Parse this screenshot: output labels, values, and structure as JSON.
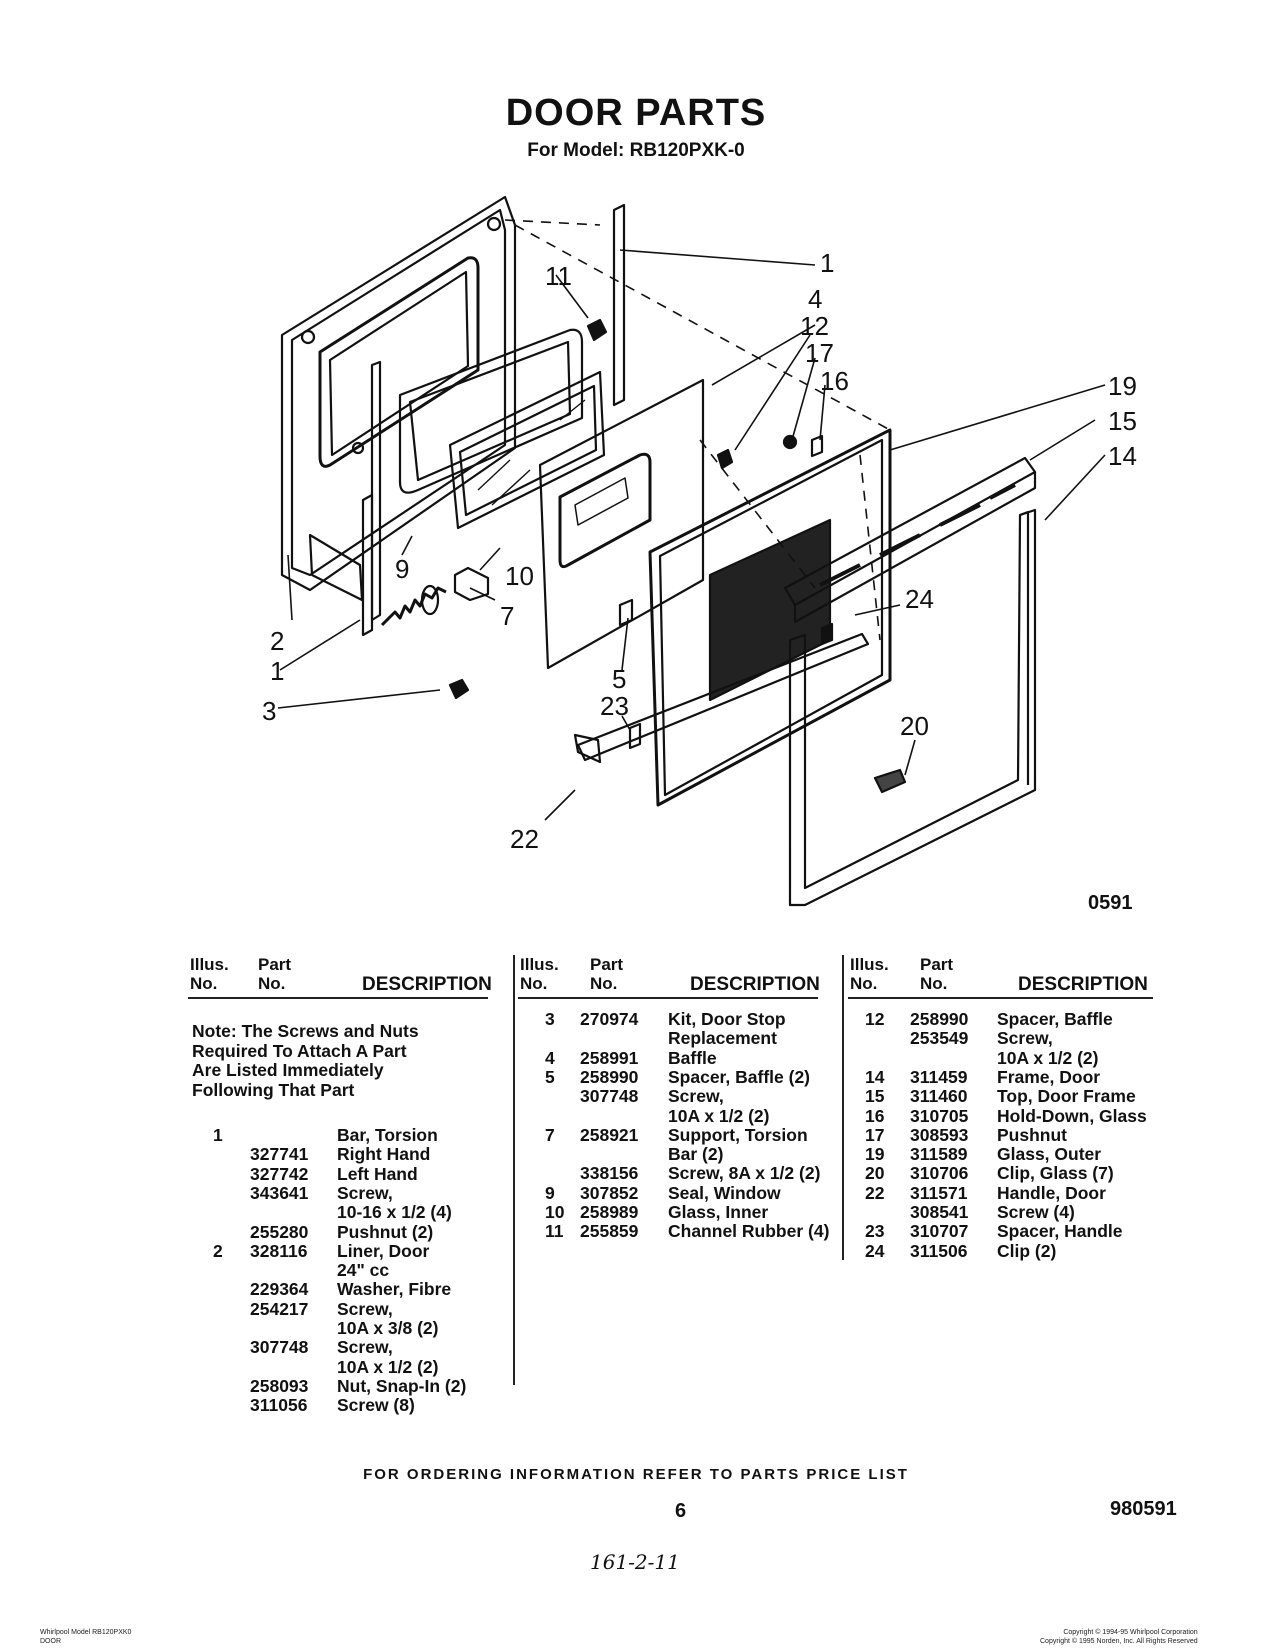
{
  "header": {
    "title": "DOOR PARTS",
    "subtitle": "For Model: RB120PXK-0"
  },
  "diagram": {
    "code": "0591",
    "callouts": [
      "1",
      "4",
      "12",
      "17",
      "16",
      "19",
      "15",
      "14",
      "11",
      "10",
      "9",
      "7",
      "2",
      "1",
      "3",
      "5",
      "23",
      "24",
      "20",
      "22"
    ]
  },
  "table": {
    "headers": {
      "illus": [
        "Illus.",
        "No."
      ],
      "part": [
        "Part",
        "No."
      ],
      "desc": "DESCRIPTION"
    },
    "note": [
      "Note: The Screws and Nuts",
      "Required To Attach A Part",
      "Are Listed Immediately",
      "Following That Part"
    ],
    "col1": [
      {
        "illus": "1",
        "part": "",
        "desc": "Bar, Torsion"
      },
      {
        "illus": "",
        "part": "327741",
        "desc": "Right Hand"
      },
      {
        "illus": "",
        "part": "327742",
        "desc": "Left Hand"
      },
      {
        "illus": "",
        "part": "343641",
        "desc": "Screw,"
      },
      {
        "illus": "",
        "part": "",
        "desc": "10-16 x 1/2 (4)"
      },
      {
        "illus": "",
        "part": "255280",
        "desc": "Pushnut (2)"
      },
      {
        "illus": "2",
        "part": "328116",
        "desc": "Liner, Door"
      },
      {
        "illus": "",
        "part": "",
        "desc": "24\" cc"
      },
      {
        "illus": "",
        "part": "229364",
        "desc": "Washer, Fibre"
      },
      {
        "illus": "",
        "part": "254217",
        "desc": "Screw,"
      },
      {
        "illus": "",
        "part": "",
        "desc": "10A x 3/8 (2)"
      },
      {
        "illus": "",
        "part": "307748",
        "desc": "Screw,"
      },
      {
        "illus": "",
        "part": "",
        "desc": "10A x 1/2 (2)"
      },
      {
        "illus": "",
        "part": "258093",
        "desc": "Nut, Snap-In (2)"
      },
      {
        "illus": "",
        "part": "311056",
        "desc": "Screw (8)"
      }
    ],
    "col2": [
      {
        "illus": "3",
        "part": "270974",
        "desc": "Kit, Door Stop"
      },
      {
        "illus": "",
        "part": "",
        "desc": "Replacement"
      },
      {
        "illus": "4",
        "part": "258991",
        "desc": "Baffle"
      },
      {
        "illus": "5",
        "part": "258990",
        "desc": "Spacer, Baffle (2)"
      },
      {
        "illus": "",
        "part": "307748",
        "desc": "Screw,"
      },
      {
        "illus": "",
        "part": "",
        "desc": "10A x 1/2 (2)"
      },
      {
        "illus": "7",
        "part": "258921",
        "desc": "Support, Torsion"
      },
      {
        "illus": "",
        "part": "",
        "desc": "Bar (2)"
      },
      {
        "illus": "",
        "part": "338156",
        "desc": "Screw, 8A x 1/2 (2)"
      },
      {
        "illus": "9",
        "part": "307852",
        "desc": "Seal, Window"
      },
      {
        "illus": "10",
        "part": "258989",
        "desc": "Glass, Inner"
      },
      {
        "illus": "11",
        "part": "255859",
        "desc": "Channel Rubber (4)"
      }
    ],
    "col3": [
      {
        "illus": "12",
        "part": "258990",
        "desc": "Spacer, Baffle"
      },
      {
        "illus": "",
        "part": "253549",
        "desc": "Screw,"
      },
      {
        "illus": "",
        "part": "",
        "desc": "10A x 1/2 (2)"
      },
      {
        "illus": "14",
        "part": "311459",
        "desc": "Frame, Door"
      },
      {
        "illus": "15",
        "part": "311460",
        "desc": "Top, Door Frame"
      },
      {
        "illus": "16",
        "part": "310705",
        "desc": "Hold-Down, Glass"
      },
      {
        "illus": "17",
        "part": "308593",
        "desc": "Pushnut"
      },
      {
        "illus": "19",
        "part": "311589",
        "desc": "Glass, Outer"
      },
      {
        "illus": "20",
        "part": "310706",
        "desc": "Clip, Glass (7)"
      },
      {
        "illus": "22",
        "part": "311571",
        "desc": "Handle, Door"
      },
      {
        "illus": "",
        "part": "308541",
        "desc": "Screw (4)"
      },
      {
        "illus": "23",
        "part": "310707",
        "desc": "Spacer, Handle"
      },
      {
        "illus": "24",
        "part": "311506",
        "desc": "Clip (2)"
      }
    ]
  },
  "footer": {
    "ordering": "FOR ORDERING INFORMATION REFER TO PARTS PRICE LIST",
    "page": "6",
    "doc": "980591",
    "stamp": "161-2-11",
    "corner_left": [
      "Whirlpool Model RB120PXK0",
      "DOOR"
    ],
    "corner_right": [
      "Copyright © 1994-95 Whirlpool Corporation",
      "Copyright © 1995 Norden, Inc. All Rights Reserved"
    ]
  }
}
